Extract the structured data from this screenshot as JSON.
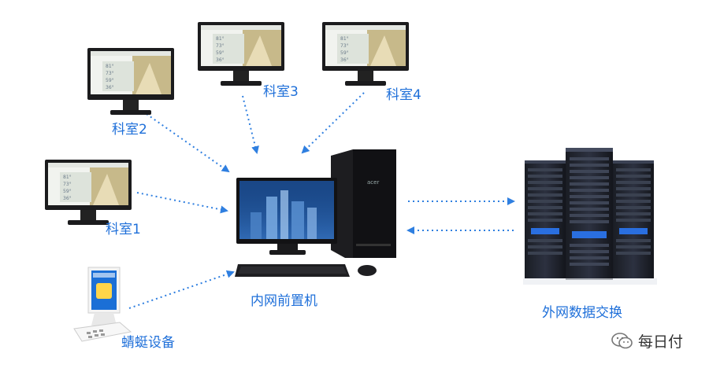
{
  "nodes": {
    "room1": {
      "label": "科室1"
    },
    "room2": {
      "label": "科室2"
    },
    "room3": {
      "label": "科室3"
    },
    "room4": {
      "label": "科室4"
    },
    "kiosk": {
      "label": "蜻蜓设备"
    },
    "front": {
      "label": "内网前置机"
    },
    "external": {
      "label": "外网数据交换"
    }
  },
  "monitor_screen_rows": [
    "81°",
    "73°",
    "59°",
    "36°"
  ],
  "watermark": {
    "text": "每日付"
  },
  "colors": {
    "accent": "#1e6fd9",
    "arrow": "#2f7fe0"
  }
}
